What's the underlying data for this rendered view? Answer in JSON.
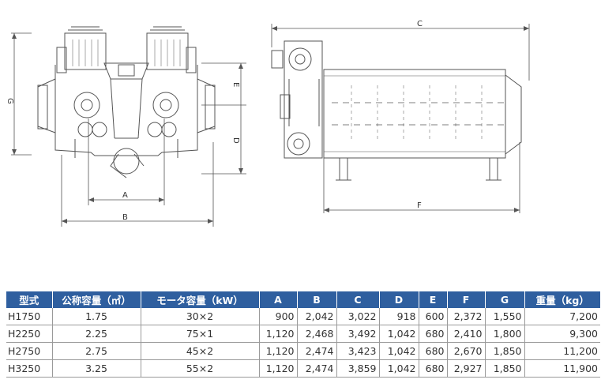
{
  "dimension_labels": {
    "front": {
      "A": "A",
      "B": "B",
      "D": "D",
      "E": "E",
      "G": "G"
    },
    "side": {
      "C": "C",
      "F": "F"
    }
  },
  "table": {
    "headers": [
      "型式",
      "公称容量（㎥）",
      "モータ容量（kW）",
      "A",
      "B",
      "C",
      "D",
      "E",
      "F",
      "G",
      "重量（kg）"
    ],
    "rows": [
      [
        "H1750",
        "1.75",
        "30×2",
        "900",
        "2,042",
        "3,022",
        "918",
        "600",
        "2,372",
        "1,550",
        "7,200"
      ],
      [
        "H2250",
        "2.25",
        "75×1",
        "1,120",
        "2,468",
        "3,492",
        "1,042",
        "680",
        "2,410",
        "1,800",
        "9,300"
      ],
      [
        "H2750",
        "2.75",
        "45×2",
        "1,120",
        "2,474",
        "3,423",
        "1,042",
        "680",
        "2,670",
        "1,850",
        "11,200"
      ],
      [
        "H3250",
        "3.25",
        "55×2",
        "1,120",
        "2,474",
        "3,859",
        "1,042",
        "680",
        "2,927",
        "1,850",
        "11,900"
      ]
    ]
  },
  "colors": {
    "header_bg": "#2f5f9f",
    "header_text": "#ffffff",
    "line": "#555555"
  }
}
